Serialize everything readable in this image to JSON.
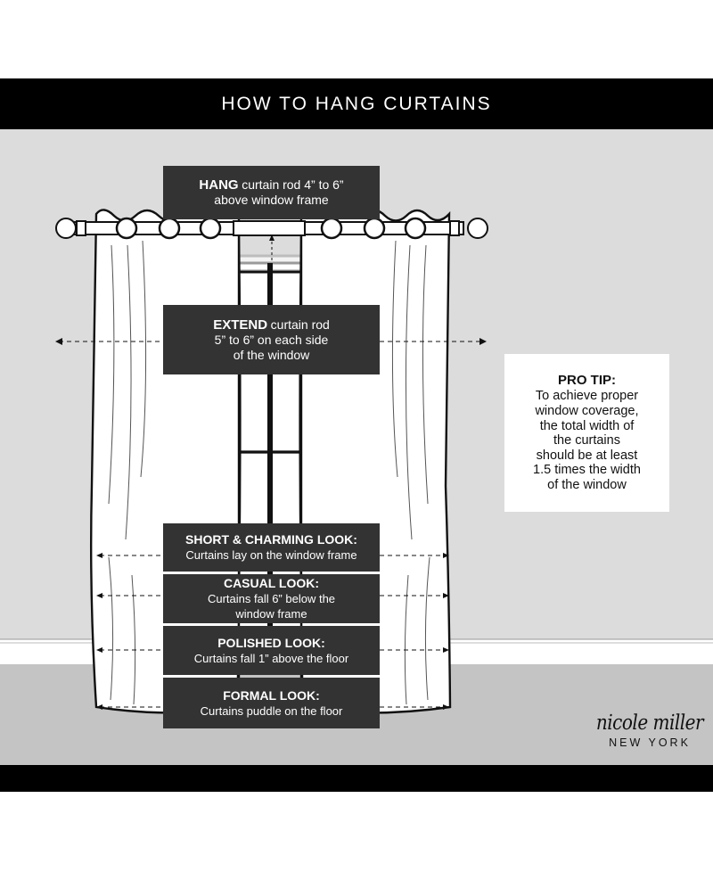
{
  "title": "HOW TO HANG CURTAINS",
  "hang": {
    "head": "HANG",
    "line1": "curtain rod 4” to 6”",
    "line2": "above window frame"
  },
  "extend": {
    "head": "EXTEND",
    "line1": "curtain rod",
    "line2": "5” to 6” on each side",
    "line3": "of the window"
  },
  "looks": [
    {
      "title": "SHORT & CHARMING LOOK:",
      "lines": [
        "Curtains lay on the window frame"
      ]
    },
    {
      "title": "CASUAL LOOK:",
      "lines": [
        "Curtains fall 6” below the",
        "window frame"
      ]
    },
    {
      "title": "POLISHED LOOK:",
      "lines": [
        "Curtains fall 1” above the floor"
      ]
    },
    {
      "title": "FORMAL LOOK:",
      "lines": [
        "Curtains puddle on the floor"
      ]
    }
  ],
  "pro_tip": {
    "title": "PRO TIP:",
    "lines": [
      "To achieve proper",
      "window coverage,",
      "the total width of",
      "the curtains",
      "should be at least",
      "1.5 times the width",
      "of the window"
    ]
  },
  "brand": {
    "name": "nicole miller",
    "city": "NEW YORK"
  },
  "colors": {
    "wall": "#dcdcdc",
    "floor": "#c4c4c4",
    "bars": "#000000",
    "label_bg": "#333333",
    "curtain": "#ffffff"
  }
}
